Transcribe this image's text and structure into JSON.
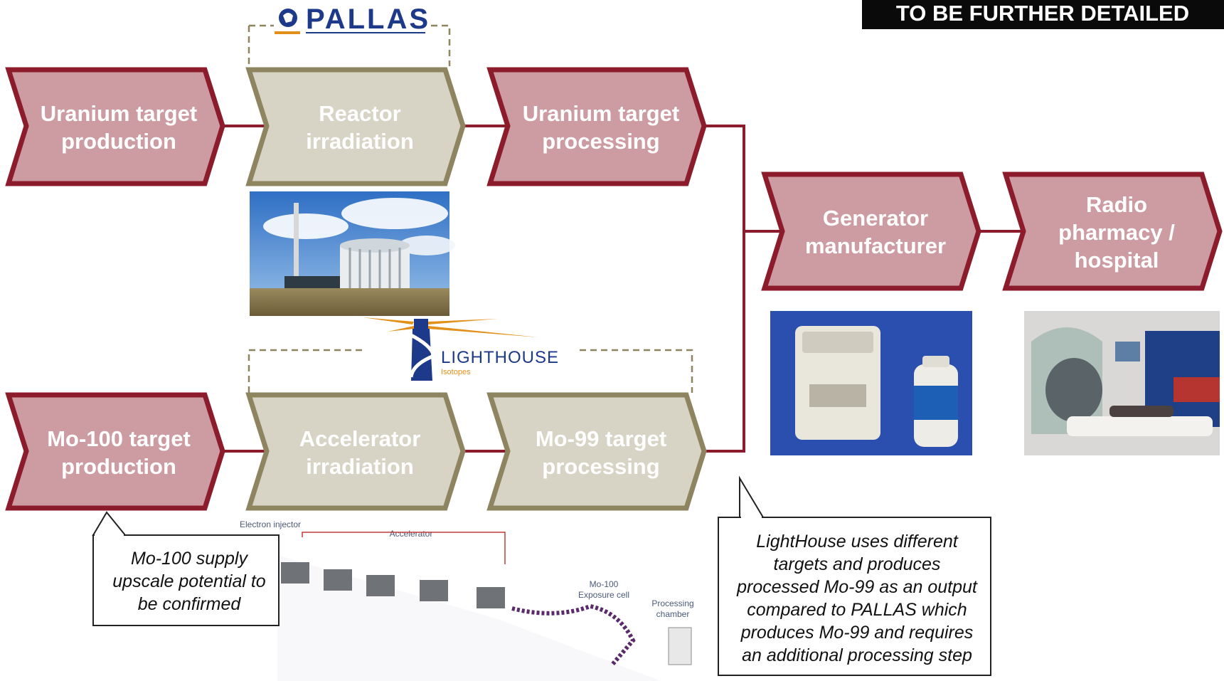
{
  "banner": {
    "text": "TO BE FURTHER DETAILED"
  },
  "logos": {
    "pallas": "PALLAS",
    "lighthouse": "LIGHTHOUSE",
    "lighthouse_sub": "Isotopes"
  },
  "steps": {
    "uranium_target_production": [
      "Uranium target",
      "production"
    ],
    "reactor_irradiation": [
      "Reactor",
      "irradiation"
    ],
    "uranium_target_processing": [
      "Uranium target",
      "processing"
    ],
    "generator_manufacturer": [
      "Generator",
      "manufacturer"
    ],
    "radio_pharmacy": [
      "Radio",
      "pharmacy /",
      "hospital"
    ],
    "mo100_target_production": [
      "Mo-100 target",
      "production"
    ],
    "accelerator_irradiation": [
      "Accelerator",
      "irradiation"
    ],
    "mo99_target_processing": [
      "Mo-99 target",
      "processing"
    ]
  },
  "callouts": {
    "mo100_supply": [
      "Mo-100 supply",
      "upscale potential to",
      "be confirmed"
    ],
    "lighthouse_note": [
      "LightHouse uses different",
      "targets and produces",
      "processed Mo-99 as an output",
      "compared to PALLAS which",
      "produces Mo-99 and requires",
      "an additional processing step"
    ]
  },
  "accelerator_labels": {
    "electron_injector": "Electron injector",
    "accelerator": "Accelerator",
    "mo100_exposure_cell": [
      "Mo-100",
      "Exposure cell"
    ],
    "processing_chamber": [
      "Processing",
      "chamber"
    ]
  },
  "colors": {
    "active_fill": "#cd9ca2",
    "active_stroke": "#8c1c2c",
    "inactive_fill": "#d7d3c5",
    "inactive_stroke": "#8e8460",
    "connector": "#8c1c2c",
    "banner_bg": "#0a0a0a"
  }
}
